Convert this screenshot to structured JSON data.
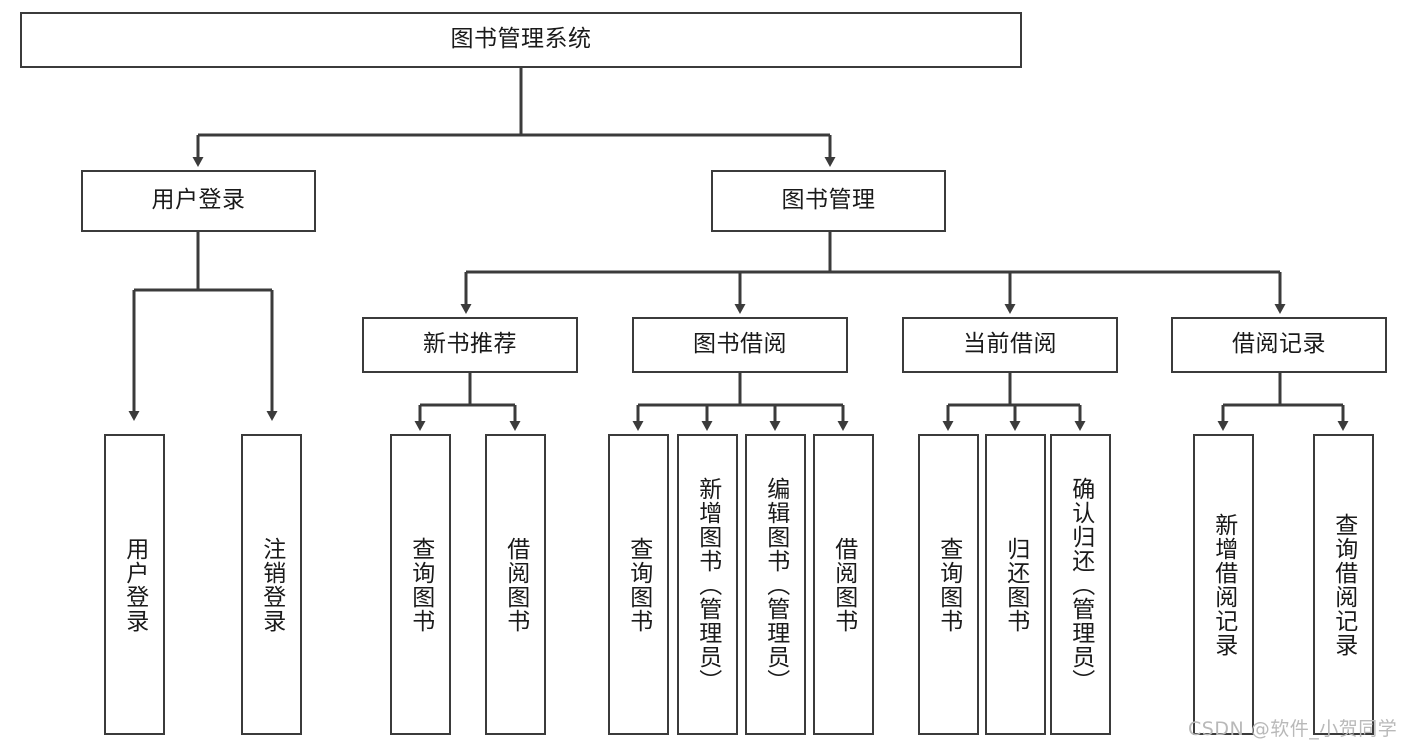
{
  "diagram": {
    "title": "图书管理系统",
    "type": "tree-hierarchy-diagram",
    "orientation": "top-down",
    "style": {
      "border_color": "#3b3b3b",
      "fill_color": "#ffffff",
      "text_color": "#1a1a1a",
      "background": "#ffffff",
      "connector_color": "#3b3b3b",
      "watermark_color": "#b9b9b9"
    },
    "nodes": {
      "root": {
        "label": "图书管理系统",
        "level": 1,
        "orientation": "horizontal"
      },
      "l2": [
        {
          "id": "user-login",
          "label": "用户登录",
          "level": 2,
          "orientation": "horizontal"
        },
        {
          "id": "book-manage",
          "label": "图书管理",
          "level": 2,
          "orientation": "horizontal"
        }
      ],
      "l3": [
        {
          "id": "new-book-rec",
          "label": "新书推荐",
          "level": 3,
          "orientation": "horizontal"
        },
        {
          "id": "book-borrow",
          "label": "图书借阅",
          "level": 3,
          "orientation": "horizontal"
        },
        {
          "id": "current-borrow",
          "label": "当前借阅",
          "level": 3,
          "orientation": "horizontal"
        },
        {
          "id": "borrow-record",
          "label": "借阅记录",
          "level": 3,
          "orientation": "horizontal"
        }
      ],
      "leaves": [
        {
          "id": "leaf-user-login",
          "label": "用户登录",
          "parent": "user-login",
          "orientation": "vertical"
        },
        {
          "id": "leaf-logout",
          "label": "注销登录",
          "parent": "user-login",
          "orientation": "vertical"
        },
        {
          "id": "leaf-query-book-1",
          "label": "查询图书",
          "parent": "new-book-rec",
          "orientation": "vertical"
        },
        {
          "id": "leaf-borrow-book-1",
          "label": "借阅图书",
          "parent": "new-book-rec",
          "orientation": "vertical"
        },
        {
          "id": "leaf-query-book-2",
          "label": "查询图书",
          "parent": "book-borrow",
          "orientation": "vertical"
        },
        {
          "id": "leaf-add-book",
          "label": "新增图书（管理员）",
          "parent": "book-borrow",
          "orientation": "vertical"
        },
        {
          "id": "leaf-edit-book",
          "label": "编辑图书（管理员）",
          "parent": "book-borrow",
          "orientation": "vertical"
        },
        {
          "id": "leaf-borrow-book-2",
          "label": "借阅图书",
          "parent": "book-borrow",
          "orientation": "vertical"
        },
        {
          "id": "leaf-query-book-3",
          "label": "查询图书",
          "parent": "current-borrow",
          "orientation": "vertical"
        },
        {
          "id": "leaf-return-book",
          "label": "归还图书",
          "parent": "current-borrow",
          "orientation": "vertical"
        },
        {
          "id": "leaf-confirm-return",
          "label": "确认归还（管理员）",
          "parent": "current-borrow",
          "orientation": "vertical"
        },
        {
          "id": "leaf-add-record",
          "label": "新增借阅记录",
          "parent": "borrow-record",
          "orientation": "vertical"
        },
        {
          "id": "leaf-query-record",
          "label": "查询借阅记录",
          "parent": "borrow-record",
          "orientation": "vertical"
        }
      ]
    },
    "watermark": "CSDN @软件_小贺同学"
  }
}
